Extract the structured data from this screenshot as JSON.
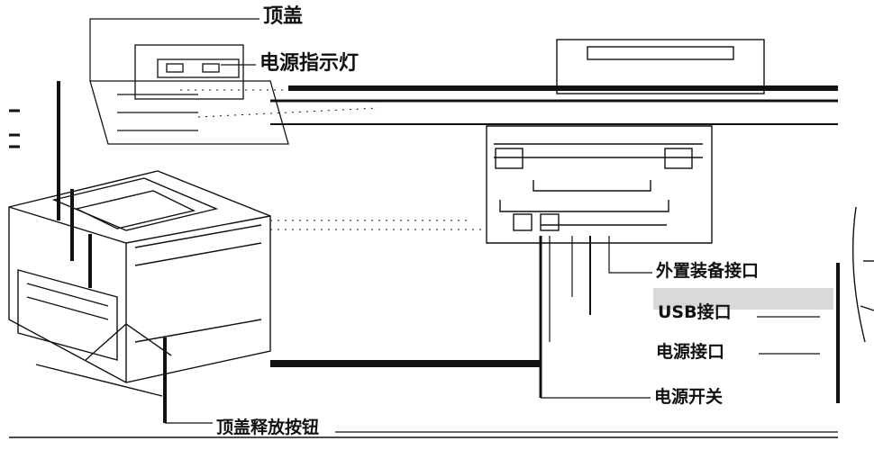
{
  "labels": {
    "top_cover": "顶盖",
    "power_indicator": "电源指示灯",
    "external_port": "外置装备接口",
    "usb_port": "USB接口",
    "power_port": "电源接口",
    "power_switch": "电源开关",
    "cover_release_button": "顶盖释放按钮"
  },
  "colors": {
    "line": "#111111",
    "highlight": "#d9d9d9"
  }
}
